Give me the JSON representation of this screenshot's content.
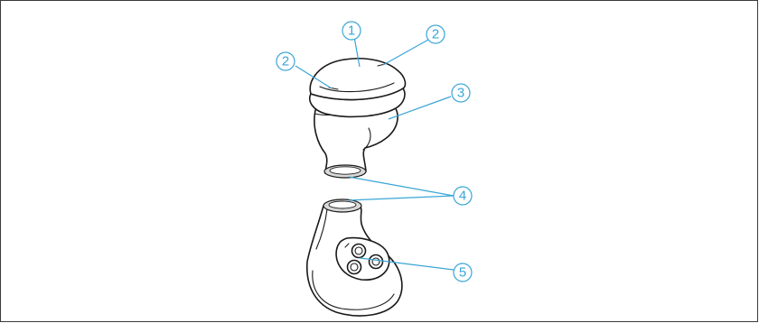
{
  "callouts": [
    {
      "id": "c1",
      "label": "1"
    },
    {
      "id": "c2a",
      "label": "2"
    },
    {
      "id": "c2b",
      "label": "2"
    },
    {
      "id": "c3",
      "label": "3"
    },
    {
      "id": "c4",
      "label": "4"
    },
    {
      "id": "c5",
      "label": "5"
    }
  ],
  "colors": {
    "callout": "#3aa6d6",
    "outline": "#1a1a1a",
    "border": "#3a3a3a"
  }
}
